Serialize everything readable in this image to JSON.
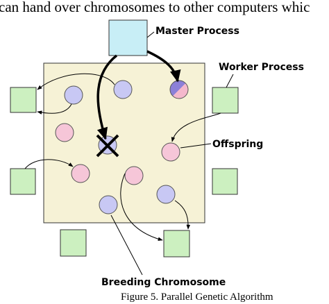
{
  "header_text": "can hand over chromosomes to other computers whic",
  "labels": {
    "master_process": "Master Process",
    "worker_process": "Worker Process",
    "offspring": "Offspring",
    "breeding_chromosome": "Breeding Chromosome"
  },
  "caption": "Figure 5. Parallel Genetic Algorithm",
  "colors": {
    "master_fill": "#c8eef6",
    "worker_fill": "#ccf0c0",
    "population_fill": "#f6f2d6",
    "breeding_fill": "#c8c8f4",
    "offspring_fill": "#f6c6d8",
    "mixed_fill_a": "#8c80d8",
    "mixed_fill_b": "#f4b8cc",
    "arrow": "#000000"
  }
}
